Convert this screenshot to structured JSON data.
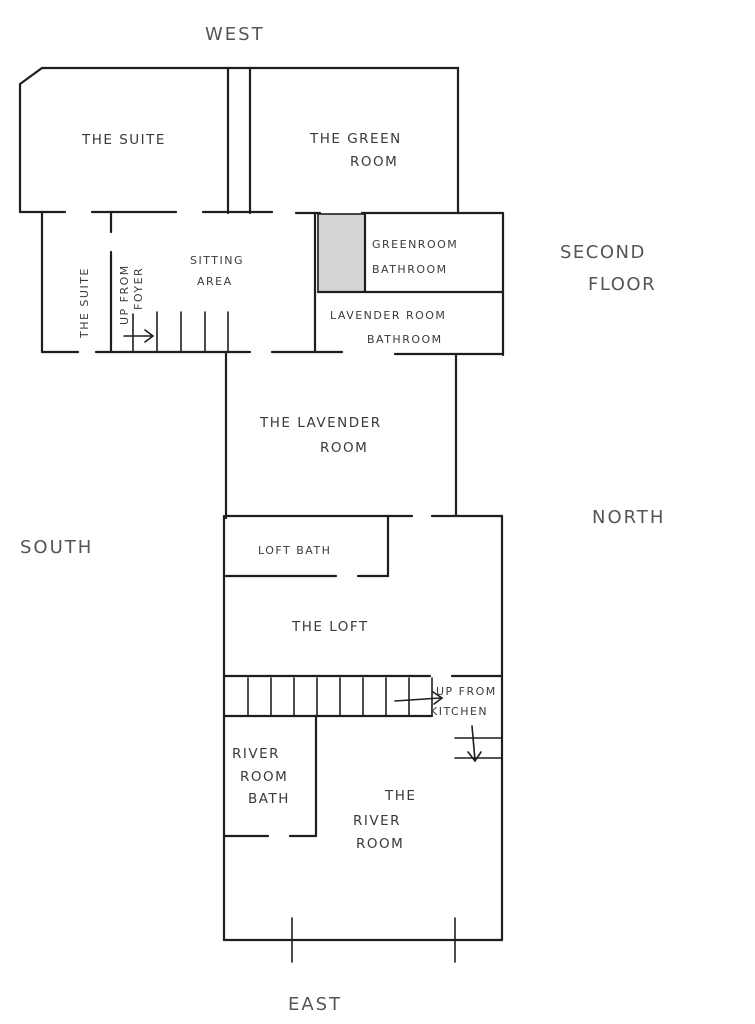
{
  "compass": {
    "west": "WEST",
    "east": "EAST",
    "north": "NORTH",
    "south": "SOUTH"
  },
  "floor_label": {
    "line1": "SECOND",
    "line2": "FLOOR"
  },
  "rooms": {
    "the_suite_main": "THE SUITE",
    "the_suite_side": "THE SUITE",
    "green_room_line1": "THE GREEN",
    "green_room_line2": "ROOM",
    "sitting_area_line1": "SITTING",
    "sitting_area_line2": "AREA",
    "greenroom_bath_line1": "GREENROOM",
    "greenroom_bath_line2": "BATHROOM",
    "lavender_bath_line1": "LAVENDER ROOM",
    "lavender_bath_line2": "BATHROOM",
    "lavender_room_line1": "THE LAVENDER",
    "lavender_room_line2": "ROOM",
    "loft_bath": "LOFT BATH",
    "the_loft": "THE LOFT",
    "river_bath_line1": "RIVER",
    "river_bath_line2": "ROOM",
    "river_bath_line3": "BATH",
    "river_room_line1": "THE",
    "river_room_line2": "RIVER",
    "river_room_line3": "ROOM"
  },
  "stairs": {
    "foyer_line1": "UP FROM",
    "foyer_line2": "FOYER",
    "kitchen_line1": "UP FROM",
    "kitchen_line2": "KITCHEN"
  }
}
